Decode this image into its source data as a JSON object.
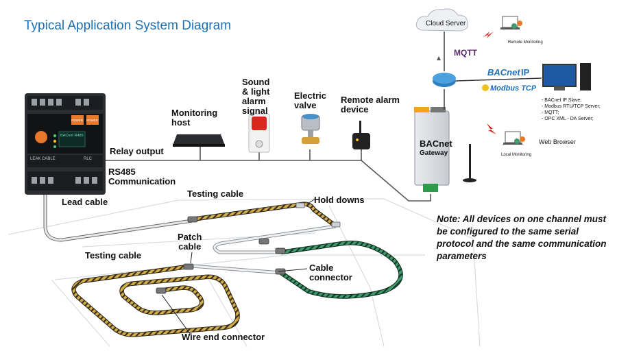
{
  "title": "Typical Application System Diagram",
  "controller": {
    "panel_top": "BACnet R485",
    "power_btn_1": "POWER",
    "power_btn_2": "POWER",
    "bottom_left": "LEAK CABLE",
    "bottom_right": "RLC"
  },
  "labels": {
    "monitoring_host": [
      "Monitoring",
      "host"
    ],
    "sound_light": [
      "Sound",
      "& light",
      "alarm",
      "signal"
    ],
    "electric_valve": [
      "Electric",
      "valve"
    ],
    "remote_alarm": [
      "Remote alarm",
      "device"
    ],
    "relay_output": "Relay output",
    "rs485": [
      "RS485",
      "Communication"
    ],
    "lead_cable": "Lead cable",
    "testing_cable_top": "Testing cable",
    "hold_downs": "Hold downs",
    "patch_cable": [
      "Patch",
      "cable"
    ],
    "testing_cable_left": "Testing cable",
    "cable_connector": [
      "Cable",
      "connector"
    ],
    "wire_end_connector": "Wire end connector"
  },
  "gateway": {
    "line1": "BACnet",
    "line2": "Gateway"
  },
  "network": {
    "cloud_server": "Cloud Server",
    "mqtt": "MQTT",
    "bacnet_ip_brand": "BACnet",
    "bacnet_ip_suffix": "IP",
    "modbus_tcp": "Modbus TCP",
    "remote_monitoring": "Remote Monitoring",
    "local_monitoring": "Local Monitoring",
    "web_browser": "Web Browser",
    "protocols": [
      "- BACnet IP Slave;",
      "- Modbus RTU/TCP Server;",
      "- MQTT;",
      "- OPC XML - DA Server;"
    ]
  },
  "note": "Note:  All devices on one channel must be configured to the same serial protocol and the same communication parameters",
  "colors": {
    "title": "#1a6fb5",
    "testing_cable": "#c9a23c",
    "patch_cable": "#d9dde2",
    "green_cable": "#2e7d57",
    "device_dark": "#2a2c30",
    "accent_orange": "#e8782a"
  }
}
